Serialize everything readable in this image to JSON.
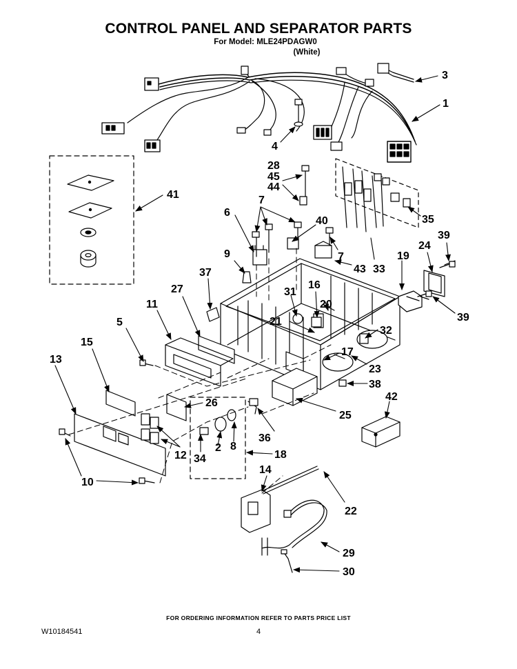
{
  "header": {
    "title": "CONTROL PANEL AND SEPARATOR PARTS",
    "model_line": "For Model: MLE24PDAGW0",
    "color_line": "(White)"
  },
  "callouts": [
    {
      "id": "c3",
      "text": "3"
    },
    {
      "id": "c1",
      "text": "1"
    },
    {
      "id": "c4",
      "text": "4"
    },
    {
      "id": "c28",
      "text": "28"
    },
    {
      "id": "c45",
      "text": "45"
    },
    {
      "id": "c44",
      "text": "44"
    },
    {
      "id": "c41",
      "text": "41"
    },
    {
      "id": "c35",
      "text": "35"
    },
    {
      "id": "c6",
      "text": "6"
    },
    {
      "id": "c7a",
      "text": "7"
    },
    {
      "id": "c40",
      "text": "40"
    },
    {
      "id": "c7b",
      "text": "7"
    },
    {
      "id": "c43",
      "text": "43"
    },
    {
      "id": "c33",
      "text": "33"
    },
    {
      "id": "c39a",
      "text": "39"
    },
    {
      "id": "c9",
      "text": "9"
    },
    {
      "id": "c37",
      "text": "37"
    },
    {
      "id": "c24",
      "text": "24"
    },
    {
      "id": "c19",
      "text": "19"
    },
    {
      "id": "c27",
      "text": "27"
    },
    {
      "id": "c31",
      "text": "31"
    },
    {
      "id": "c16",
      "text": "16"
    },
    {
      "id": "c11",
      "text": "11"
    },
    {
      "id": "c20",
      "text": "20"
    },
    {
      "id": "c39b",
      "text": "39"
    },
    {
      "id": "c21",
      "text": "21"
    },
    {
      "id": "c5",
      "text": "5"
    },
    {
      "id": "c32",
      "text": "32"
    },
    {
      "id": "c15",
      "text": "15"
    },
    {
      "id": "c17",
      "text": "17"
    },
    {
      "id": "c13",
      "text": "13"
    },
    {
      "id": "c23",
      "text": "23"
    },
    {
      "id": "c38",
      "text": "38"
    },
    {
      "id": "c42",
      "text": "42"
    },
    {
      "id": "c26",
      "text": "26"
    },
    {
      "id": "c25",
      "text": "25"
    },
    {
      "id": "c36",
      "text": "36"
    },
    {
      "id": "c2",
      "text": "2"
    },
    {
      "id": "c8",
      "text": "8"
    },
    {
      "id": "c12",
      "text": "12"
    },
    {
      "id": "c34",
      "text": "34"
    },
    {
      "id": "c18",
      "text": "18"
    },
    {
      "id": "c14",
      "text": "14"
    },
    {
      "id": "c10",
      "text": "10"
    },
    {
      "id": "c22",
      "text": "22"
    },
    {
      "id": "c29",
      "text": "29"
    },
    {
      "id": "c30",
      "text": "30"
    }
  ],
  "footer": {
    "ordering_note": "FOR ORDERING INFORMATION REFER TO PARTS PRICE LIST",
    "doc_number": "W10184541",
    "page_number": "4"
  }
}
